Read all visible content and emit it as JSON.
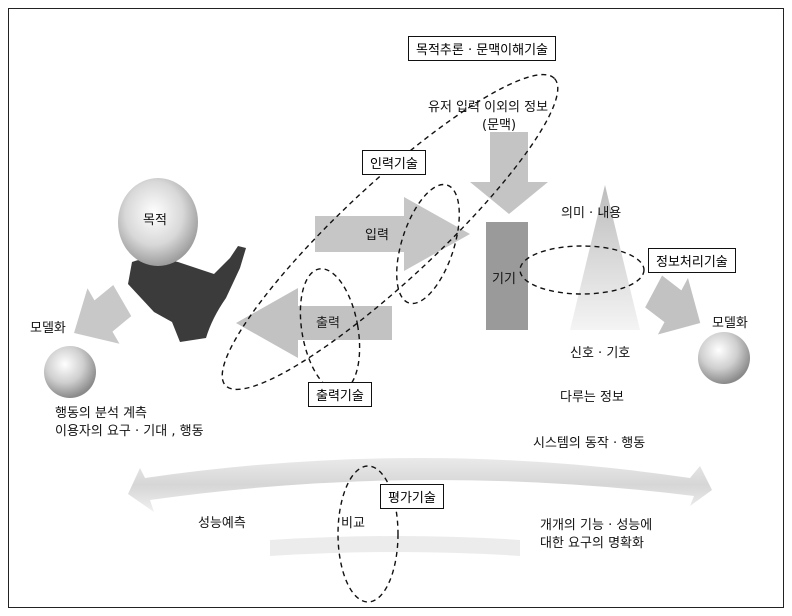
{
  "boxes": {
    "purpose_inference": "목적추론 · 문맥이해기술",
    "input_tech": "인력기술",
    "info_processing": "정보처리기술",
    "output_tech": "출력기술",
    "evaluation": "평가기술"
  },
  "labels": {
    "user_other_info": "유저 입력 이외의 정보",
    "context": "(문맥)",
    "purpose": "목적",
    "input": "입력",
    "output": "출력",
    "device": "기기",
    "meaning": "의미 · 내용",
    "modeling_left": "모델화",
    "modeling_right": "모델화",
    "signal": "신호 · 기호",
    "handled_info": "다루는 정보",
    "behavior_analysis": "행동의 분석 계측",
    "user_needs": "이용자의 요구 · 기대 , 행동",
    "system_behavior": "시스템의 동작 · 행동",
    "performance_prediction": "성능예측",
    "comparison": "비교",
    "requirement_line1": "개개의 기능 · 성능에",
    "requirement_line2": "대한 요구의 명확화"
  },
  "colors": {
    "arrow_gray": "#c8c8c8",
    "arrow_dark": "#a8a8a8",
    "device_block": "#9a9a9a",
    "person_dark": "#3a3a3a",
    "ink": "#111111"
  }
}
